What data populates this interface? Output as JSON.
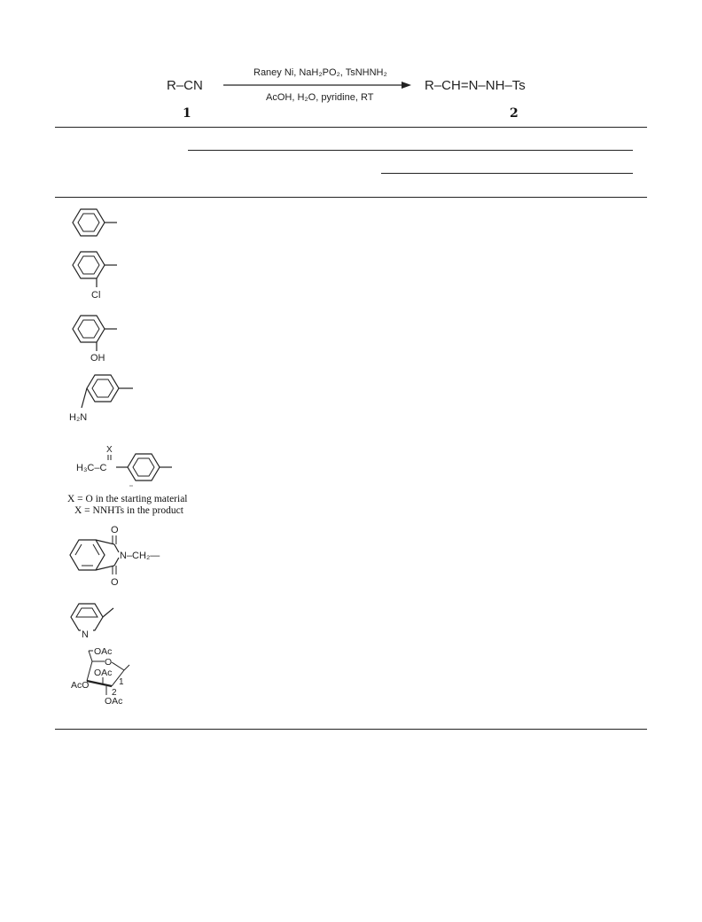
{
  "scheme": {
    "reactant": "R–CN",
    "reactant_id": "1",
    "conditions_top": "Raney Ni, NaH₂PO₂, TsNHNH₂",
    "conditions_bottom": "AcOH, H₂O, pyridine, RT",
    "product": "R–CH=N–NH–Ts",
    "product_id": "2"
  },
  "structure_labels": {
    "chloro": "Cl",
    "hydroxy": "OH",
    "amino": "H₂N",
    "acetyl_x": "X",
    "acetyl_h3c": "H₃C–C",
    "phthalimide_n": "N–CH₂—",
    "carbonyl_o": "O",
    "pyridine_n": "N",
    "oac": "OAc",
    "aco": "AcO",
    "ring_o": "O",
    "pos_1": "1",
    "pos_2": "2"
  },
  "notes": {
    "x_start": "X = O in the starting material",
    "x_product": "X = NNHTs in the product"
  }
}
